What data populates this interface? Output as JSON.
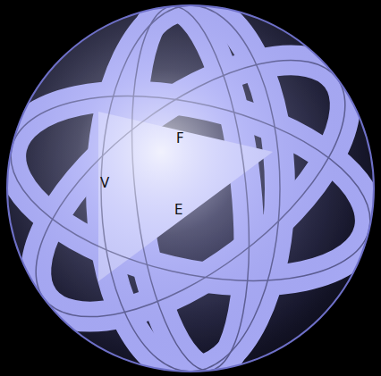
{
  "diagram": {
    "labels": [
      "F",
      "E",
      "V"
    ]
  }
}
